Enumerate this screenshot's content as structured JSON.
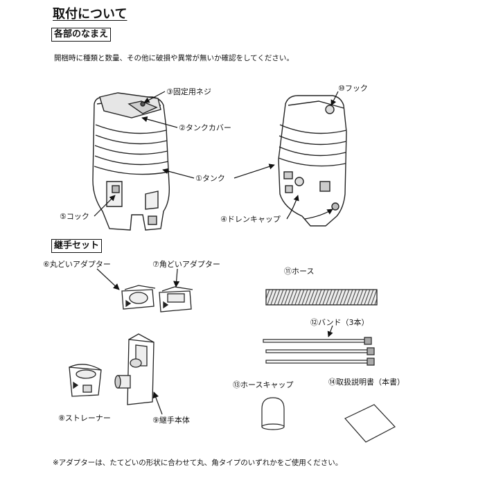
{
  "page": {
    "title": "取付について",
    "intro": "開梱時に種類と数量、その他に破損や異常が無いか確認をしてください。",
    "note": "※アダプターは、たてどいの形状に合わせて丸、角タイプのいずれかをご使用ください。"
  },
  "sections": {
    "parts_names": "各部のなまえ",
    "joint_set": "継手セット"
  },
  "labels": {
    "fixing_screw": "③固定用ネジ",
    "tank_cover": "②タンクカバー",
    "tank": "①タンク",
    "cock": "⑤コック",
    "hook": "⑩フック",
    "drain_cap": "④ドレンキャップ",
    "round_adapter": "⑥丸どいアダプター",
    "square_adapter": "⑦角どいアダプター",
    "strainer": "⑧ストレーナー",
    "joint_body": "⑨継手本体",
    "hose": "⑪ホース",
    "band": "⑫バンド（3本）",
    "hose_cap": "⑬ホースキャップ",
    "manual": "⑭取扱説明書（本書）"
  }
}
